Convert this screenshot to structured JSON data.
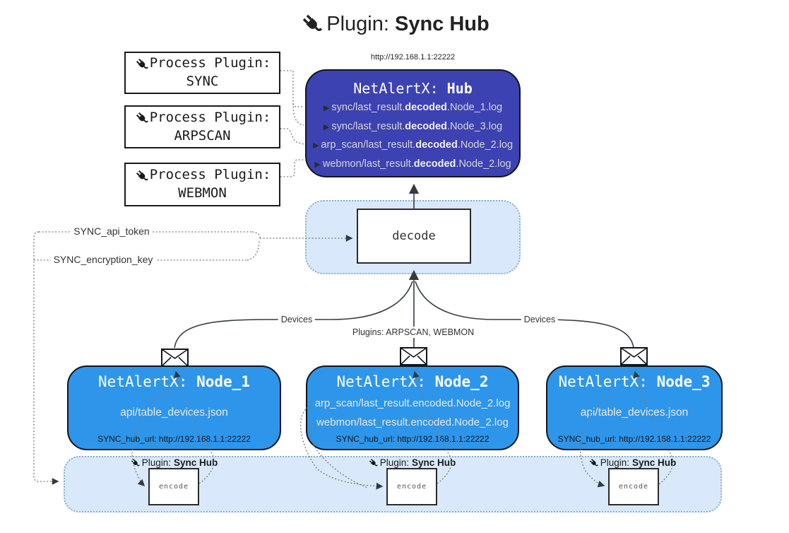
{
  "title": {
    "prefix": "Plugin: ",
    "name": "Sync Hub"
  },
  "hub": {
    "url": "http://192.168.1.1:22222",
    "title_prefix": "NetAlertX: ",
    "title_name": "Hub",
    "logs": [
      {
        "pre": "sync/last_result.",
        "bold": "decoded",
        "post": ".Node_1.log"
      },
      {
        "pre": "sync/last_result.",
        "bold": "decoded",
        "post": ".Node_3.log"
      },
      {
        "pre": "arp_scan/last_result.",
        "bold": "decoded",
        "post": ".Node_2.log"
      },
      {
        "pre": "webmon/last_result.",
        "bold": "decoded",
        "post": ".Node_2.log"
      }
    ]
  },
  "process_plugins": [
    {
      "label": "Process Plugin:",
      "name": "SYNC"
    },
    {
      "label": "Process Plugin:",
      "name": "ARPSCAN"
    },
    {
      "label": "Process Plugin:",
      "name": "WEBMON"
    }
  ],
  "decode": {
    "label": "decode"
  },
  "settings": {
    "api_token": "SYNC_api_token",
    "encryption_key": "SYNC_encryption_key"
  },
  "edges": {
    "devices_left": "Devices",
    "plugins_center": "Plugins: ARPSCAN, WEBMON",
    "devices_right": "Devices"
  },
  "nodes": [
    {
      "title_prefix": "NetAlertX: ",
      "title_name": "Node_1",
      "files": [
        "api/table_devices.json"
      ],
      "hub_url": "SYNC_hub_url: http://192.168.1.1:22222"
    },
    {
      "title_prefix": "NetAlertX: ",
      "title_name": "Node_2",
      "files": [
        "arp_scan/last_result.encoded.Node_2.log",
        "webmon/last_result.encoded.Node_2.log"
      ],
      "hub_url": "SYNC_hub_url: http://192.168.1.1:22222"
    },
    {
      "title_prefix": "NetAlertX: ",
      "title_name": "Node_3",
      "files": [
        "api/table_devices.json"
      ],
      "hub_url": "SYNC_hub_url: http://192.168.1.1:22222"
    }
  ],
  "encode_band": {
    "plugin_prefix": "Plugin: ",
    "plugin_name": "Sync Hub",
    "encode_label": "encode"
  },
  "colors": {
    "hub_fill": "#3d42b2",
    "node_fill": "#2e96ea",
    "panel_fill": "#d9e9fb",
    "panel_border": "#8fb0cf",
    "wire": "#7a7a7a",
    "arrow": "#333a40"
  }
}
